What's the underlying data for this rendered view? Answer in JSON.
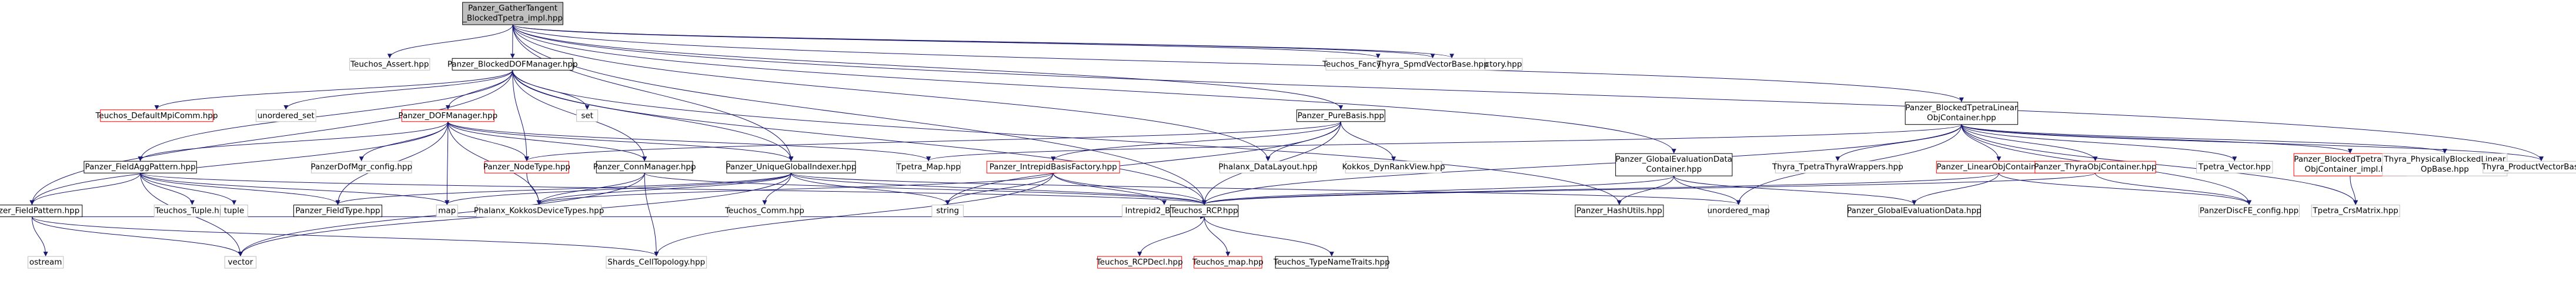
{
  "colors": {
    "root_fill": "#bfbfbf",
    "node_border": "#000000",
    "truncated_border": "#ff0000",
    "external_border": "#bfbfbf",
    "external_text": "#555555",
    "edge": "#191970"
  },
  "nodes": [
    {
      "id": "root",
      "lines": [
        "Panzer_GatherTangent",
        "_BlockedTpetra_impl.hpp"
      ],
      "style": "root"
    },
    {
      "id": "teuchos_assert",
      "lines": [
        "Teuchos_Assert.hpp"
      ],
      "style": "external"
    },
    {
      "id": "blockeddofmanager",
      "lines": [
        "Panzer_BlockedDOFManager.hpp"
      ],
      "style": "normal"
    },
    {
      "id": "tpetralinearobjfactory",
      "lines": [
        "Panzer_TpetraLinearObjFactory.hpp"
      ],
      "style": "external"
    },
    {
      "id": "fancyostream",
      "lines": [
        "Teuchos_FancyOStream.hpp"
      ],
      "style": "external"
    },
    {
      "id": "spmdvectorbase",
      "lines": [
        "Thyra_SpmdVectorBase.hpp"
      ],
      "style": "external"
    },
    {
      "id": "defaultmpicomm",
      "lines": [
        "Teuchos_DefaultMpiComm.hpp"
      ],
      "style": "truncated"
    },
    {
      "id": "unordered_set",
      "lines": [
        "unordered_set"
      ],
      "style": "external"
    },
    {
      "id": "dofmanager",
      "lines": [
        "Panzer_DOFManager.hpp"
      ],
      "style": "truncated"
    },
    {
      "id": "set",
      "lines": [
        "set"
      ],
      "style": "external"
    },
    {
      "id": "purebasis",
      "lines": [
        "Panzer_PureBasis.hpp"
      ],
      "style": "normal"
    },
    {
      "id": "blockedtpetralinearobjcontainer",
      "lines": [
        "Panzer_BlockedTpetraLinear",
        "ObjContainer.hpp"
      ],
      "style": "normal"
    },
    {
      "id": "fieldaggpattern",
      "lines": [
        "Panzer_FieldAggPattern.hpp"
      ],
      "style": "normal"
    },
    {
      "id": "dofmgr_config",
      "lines": [
        "PanzerDofMgr_config.hpp"
      ],
      "style": "external"
    },
    {
      "id": "nodetype",
      "lines": [
        "Panzer_NodeType.hpp"
      ],
      "style": "truncated"
    },
    {
      "id": "connmanager",
      "lines": [
        "Panzer_ConnManager.hpp"
      ],
      "style": "normal"
    },
    {
      "id": "uniqueglobalindexer",
      "lines": [
        "Panzer_UniqueGlobalIndexer.hpp"
      ],
      "style": "normal"
    },
    {
      "id": "tpetra_map",
      "lines": [
        "Tpetra_Map.hpp"
      ],
      "style": "external"
    },
    {
      "id": "intrepidbasisfactory",
      "lines": [
        "Panzer_IntrepidBasisFactory.hpp"
      ],
      "style": "truncated"
    },
    {
      "id": "phalanx_datalayout",
      "lines": [
        "Phalanx_DataLayout.hpp"
      ],
      "style": "external"
    },
    {
      "id": "kokkos_dynrankview",
      "lines": [
        "Kokkos_DynRankView.hpp"
      ],
      "style": "external"
    },
    {
      "id": "globalevaluationdatacontainer",
      "lines": [
        "Panzer_GlobalEvaluationData",
        "Container.hpp"
      ],
      "style": "normal"
    },
    {
      "id": "tpetrathyrawrappers",
      "lines": [
        "Thyra_TpetraThyraWrappers.hpp"
      ],
      "style": "external"
    },
    {
      "id": "linearobjcontainer",
      "lines": [
        "Panzer_LinearObjContainer.hpp"
      ],
      "style": "truncated"
    },
    {
      "id": "thyraobjcontainer",
      "lines": [
        "Panzer_ThyraObjContainer.hpp"
      ],
      "style": "truncated"
    },
    {
      "id": "tpetra_vector",
      "lines": [
        "Tpetra_Vector.hpp"
      ],
      "style": "external"
    },
    {
      "id": "blockedtpetra_impl",
      "lines": [
        "Panzer_BlockedTpetraLinear",
        "ObjContainer_impl.hpp"
      ],
      "style": "truncated"
    },
    {
      "id": "physicallyblockedlinearopbase",
      "lines": [
        "Thyra_PhysicallyBlockedLinear",
        "OpBase.hpp"
      ],
      "style": "external"
    },
    {
      "id": "productvectorbase",
      "lines": [
        "Thyra_ProductVectorBase.hpp"
      ],
      "style": "external"
    },
    {
      "id": "fieldpattern",
      "lines": [
        "Panzer_FieldPattern.hpp"
      ],
      "style": "normal"
    },
    {
      "id": "teuchos_tuple",
      "lines": [
        "Teuchos_Tuple.hpp"
      ],
      "style": "external"
    },
    {
      "id": "tuple",
      "lines": [
        "tuple"
      ],
      "style": "external"
    },
    {
      "id": "fieldtype",
      "lines": [
        "Panzer_FieldType.hpp"
      ],
      "style": "normal"
    },
    {
      "id": "map",
      "lines": [
        "map"
      ],
      "style": "external"
    },
    {
      "id": "kokkosdevicetypes",
      "lines": [
        "Phalanx_KokkosDeviceTypes.hpp"
      ],
      "style": "external"
    },
    {
      "id": "teuchos_comm",
      "lines": [
        "Teuchos_Comm.hpp"
      ],
      "style": "external"
    },
    {
      "id": "string",
      "lines": [
        "string"
      ],
      "style": "external"
    },
    {
      "id": "intrepid2_basis",
      "lines": [
        "Intrepid2_Basis.hpp"
      ],
      "style": "external"
    },
    {
      "id": "teuchos_rcp",
      "lines": [
        "Teuchos_RCP.hpp"
      ],
      "style": "normal"
    },
    {
      "id": "hashutils",
      "lines": [
        "Panzer_HashUtils.hpp"
      ],
      "style": "normal"
    },
    {
      "id": "unordered_map",
      "lines": [
        "unordered_map"
      ],
      "style": "external"
    },
    {
      "id": "globalevaluationdata",
      "lines": [
        "Panzer_GlobalEvaluationData.hpp"
      ],
      "style": "normal"
    },
    {
      "id": "panzerdiscfe_config",
      "lines": [
        "PanzerDiscFE_config.hpp"
      ],
      "style": "external"
    },
    {
      "id": "tpetra_crsmatrix",
      "lines": [
        "Tpetra_CrsMatrix.hpp"
      ],
      "style": "external"
    },
    {
      "id": "ostream",
      "lines": [
        "ostream"
      ],
      "style": "external"
    },
    {
      "id": "vector",
      "lines": [
        "vector"
      ],
      "style": "external"
    },
    {
      "id": "shards_celltopology",
      "lines": [
        "Shards_CellTopology.hpp"
      ],
      "style": "external"
    },
    {
      "id": "teuchos_rcpdecl",
      "lines": [
        "Teuchos_RCPDecl.hpp"
      ],
      "style": "truncated"
    },
    {
      "id": "teuchos_map",
      "lines": [
        "Teuchos_map.hpp"
      ],
      "style": "truncated"
    },
    {
      "id": "typenametraits",
      "lines": [
        "Teuchos_TypeNameTraits.hpp"
      ],
      "style": "normal"
    }
  ],
  "edges": [
    [
      "root",
      "teuchos_assert"
    ],
    [
      "root",
      "blockeddofmanager"
    ],
    [
      "root",
      "tpetralinearobjfactory"
    ],
    [
      "root",
      "fancyostream"
    ],
    [
      "root",
      "spmdvectorbase"
    ],
    [
      "root",
      "purebasis"
    ],
    [
      "root",
      "blockedtpetralinearobjcontainer"
    ],
    [
      "root",
      "globalevaluationdatacontainer"
    ],
    [
      "root",
      "uniqueglobalindexer"
    ],
    [
      "root",
      "teuchos_rcp"
    ],
    [
      "root",
      "phalanx_datalayout"
    ],
    [
      "root",
      "productvectorbase"
    ],
    [
      "blockeddofmanager",
      "defaultmpicomm"
    ],
    [
      "blockeddofmanager",
      "unordered_set"
    ],
    [
      "blockeddofmanager",
      "dofmanager"
    ],
    [
      "blockeddofmanager",
      "set"
    ],
    [
      "blockeddofmanager",
      "fieldaggpattern"
    ],
    [
      "blockeddofmanager",
      "uniqueglobalindexer"
    ],
    [
      "blockeddofmanager",
      "connmanager"
    ],
    [
      "blockeddofmanager",
      "fieldpattern"
    ],
    [
      "blockeddofmanager",
      "nodetype"
    ],
    [
      "blockeddofmanager",
      "hashutils"
    ],
    [
      "blockeddofmanager",
      "teuchos_rcp"
    ],
    [
      "dofmanager",
      "dofmgr_config"
    ],
    [
      "dofmanager",
      "fieldaggpattern"
    ],
    [
      "dofmanager",
      "nodetype"
    ],
    [
      "dofmanager",
      "connmanager"
    ],
    [
      "dofmanager",
      "uniqueglobalindexer"
    ],
    [
      "dofmanager",
      "tpetra_map"
    ],
    [
      "dofmanager",
      "fieldpattern"
    ],
    [
      "dofmanager",
      "fieldtype"
    ],
    [
      "dofmanager",
      "map"
    ],
    [
      "dofmanager",
      "kokkosdevicetypes"
    ],
    [
      "purebasis",
      "nodetype"
    ],
    [
      "purebasis",
      "intrepidbasisfactory"
    ],
    [
      "purebasis",
      "phalanx_datalayout"
    ],
    [
      "purebasis",
      "kokkos_dynrankview"
    ],
    [
      "purebasis",
      "string"
    ],
    [
      "purebasis",
      "teuchos_rcp"
    ],
    [
      "blockedtpetralinearobjcontainer",
      "tpetrathyrawrappers"
    ],
    [
      "blockedtpetralinearobjcontainer",
      "linearobjcontainer"
    ],
    [
      "blockedtpetralinearobjcontainer",
      "thyraobjcontainer"
    ],
    [
      "blockedtpetralinearobjcontainer",
      "tpetra_vector"
    ],
    [
      "blockedtpetralinearobjcontainer",
      "blockedtpetra_impl"
    ],
    [
      "blockedtpetralinearobjcontainer",
      "physicallyblockedlinearopbase"
    ],
    [
      "blockedtpetralinearobjcontainer",
      "productvectorbase"
    ],
    [
      "blockedtpetralinearobjcontainer",
      "tpetra_map"
    ],
    [
      "blockedtpetralinearobjcontainer",
      "panzerdiscfe_config"
    ],
    [
      "blockedtpetralinearobjcontainer",
      "teuchos_rcp"
    ],
    [
      "blockedtpetralinearobjcontainer",
      "tpetra_crsmatrix"
    ],
    [
      "blockedtpetralinearobjcontainer",
      "unordered_map"
    ],
    [
      "fieldaggpattern",
      "fieldpattern"
    ],
    [
      "fieldaggpattern",
      "teuchos_tuple"
    ],
    [
      "fieldaggpattern",
      "tuple"
    ],
    [
      "fieldaggpattern",
      "fieldtype"
    ],
    [
      "fieldaggpattern",
      "map"
    ],
    [
      "fieldaggpattern",
      "vector"
    ],
    [
      "fieldaggpattern",
      "teuchos_rcp"
    ],
    [
      "nodetype",
      "kokkosdevicetypes"
    ],
    [
      "connmanager",
      "kokkosdevicetypes"
    ],
    [
      "connmanager",
      "shards_celltopology"
    ],
    [
      "connmanager",
      "vector"
    ],
    [
      "connmanager",
      "teuchos_rcp"
    ],
    [
      "uniqueglobalindexer",
      "teuchos_comm"
    ],
    [
      "uniqueglobalindexer",
      "string"
    ],
    [
      "uniqueglobalindexer",
      "fieldtype"
    ],
    [
      "uniqueglobalindexer",
      "map"
    ],
    [
      "uniqueglobalindexer",
      "vector"
    ],
    [
      "uniqueglobalindexer",
      "kokkosdevicetypes"
    ],
    [
      "uniqueglobalindexer",
      "unordered_map"
    ],
    [
      "uniqueglobalindexer",
      "teuchos_rcp"
    ],
    [
      "intrepidbasisfactory",
      "string"
    ],
    [
      "intrepidbasisfactory",
      "intrepid2_basis"
    ],
    [
      "intrepidbasisfactory",
      "teuchos_rcp"
    ],
    [
      "intrepidbasisfactory",
      "kokkosdevicetypes"
    ],
    [
      "intrepidbasisfactory",
      "shards_celltopology"
    ],
    [
      "globalevaluationdatacontainer",
      "teuchos_rcp"
    ],
    [
      "globalevaluationdatacontainer",
      "hashutils"
    ],
    [
      "globalevaluationdatacontainer",
      "unordered_map"
    ],
    [
      "globalevaluationdatacontainer",
      "globalevaluationdata"
    ],
    [
      "linearobjcontainer",
      "globalevaluationdata"
    ],
    [
      "linearobjcontainer",
      "panzerdiscfe_config"
    ],
    [
      "linearobjcontainer",
      "teuchos_rcp"
    ],
    [
      "thyraobjcontainer",
      "panzerdiscfe_config"
    ],
    [
      "thyraobjcontainer",
      "teuchos_rcp"
    ],
    [
      "blockedtpetra_impl",
      "tpetra_crsmatrix"
    ],
    [
      "fieldpattern",
      "ostream"
    ],
    [
      "fieldpattern",
      "vector"
    ],
    [
      "fieldpattern",
      "shards_celltopology"
    ],
    [
      "fieldpattern",
      "teuchos_rcp"
    ],
    [
      "teuchos_rcp",
      "teuchos_rcpdecl"
    ],
    [
      "teuchos_rcp",
      "teuchos_map"
    ],
    [
      "teuchos_rcp",
      "typenametraits"
    ]
  ]
}
